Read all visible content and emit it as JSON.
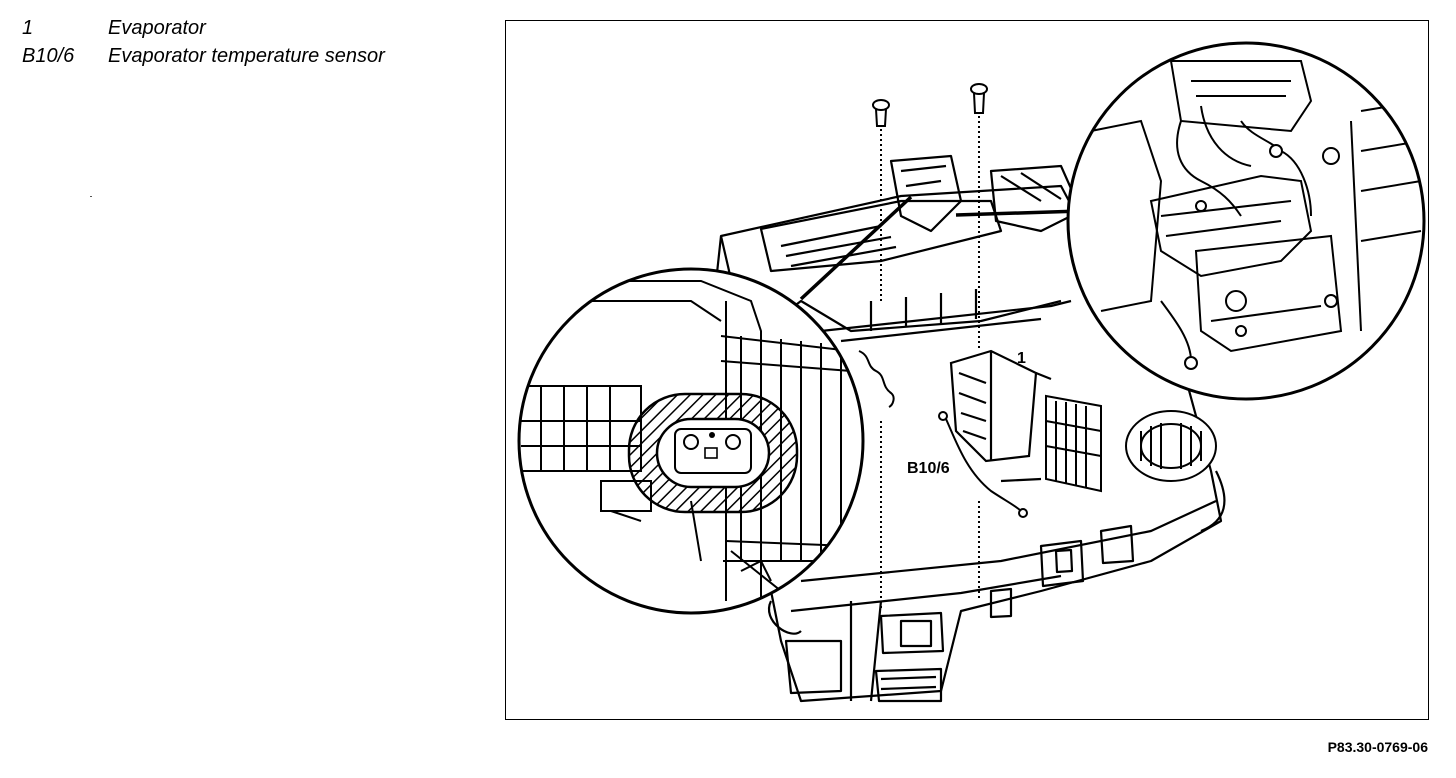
{
  "legend": [
    {
      "key": "1",
      "text": "Evaporator"
    },
    {
      "key": "B10/6",
      "text": "Evaporator temperature sensor"
    }
  ],
  "figure": {
    "callouts": {
      "evaporator": "1",
      "sensor": "B10/6"
    },
    "reference": "P83.30-0769-06"
  }
}
